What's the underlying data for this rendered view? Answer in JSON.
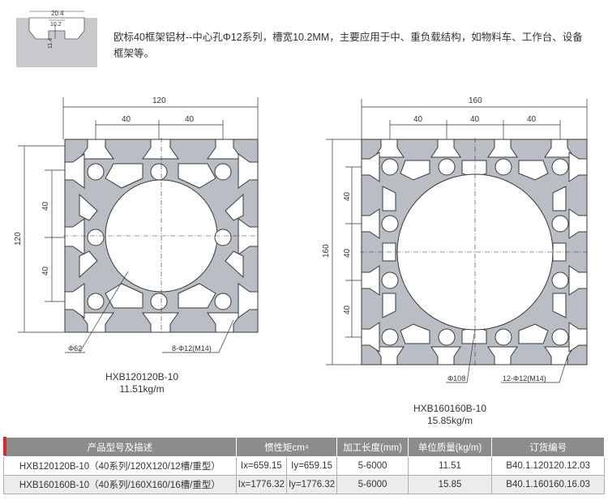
{
  "thumb": {
    "dim_width": "20.4",
    "dim_slot": "10.2",
    "dim_depth": "11.4"
  },
  "description": "欧标40框架铝材--中心孔Φ12系列，槽宽10.2MM，主要应用于中、重负载结构，如物料车、工作台、设备框架等。",
  "profile1": {
    "dim_total": "120",
    "dim_pitch1": "40",
    "dim_pitch2": "40",
    "dim_height": "120",
    "dim_v1": "40",
    "dim_v2": "40",
    "hole_label": "Φ62",
    "bolt_label": "8-Φ12(M14)",
    "model": "HXB120120B-10",
    "weight": "11.51kg/m"
  },
  "profile2": {
    "dim_total": "160",
    "dim_pitch1": "40",
    "dim_pitch2": "40",
    "dim_pitch3": "40",
    "dim_height": "160",
    "dim_v1": "40",
    "dim_v2": "40",
    "dim_v3": "40",
    "hole_label": "Φ108",
    "bolt_label": "12-Φ12(M14)",
    "model": "HXB160160B-10",
    "weight": "15.85kg/m"
  },
  "table": {
    "headers": [
      "产品型号及描述",
      "惯性矩cm⁴",
      "加工长度(mm)",
      "单位质量(kg/m)",
      "订货编号"
    ],
    "rows": [
      [
        "HXB120120B-10（40系列/120X120/12槽/重型）",
        "Ix=659.15",
        "Iy=659.15",
        "5-6000",
        "11.51",
        "B40.1.120120.12.03"
      ],
      [
        "HXB160160B-10（40系列/160X160/16槽/重型）",
        "Ix=1776.32",
        "Iy=1776.32",
        "5-6000",
        "15.85",
        "B40.1.160160.16.03"
      ]
    ]
  },
  "colors": {
    "profile_fill": "#b9bec5",
    "profile_stroke": "#3a3a3a",
    "header_bg": "#8c8c8c",
    "accent": "#e0242b"
  }
}
